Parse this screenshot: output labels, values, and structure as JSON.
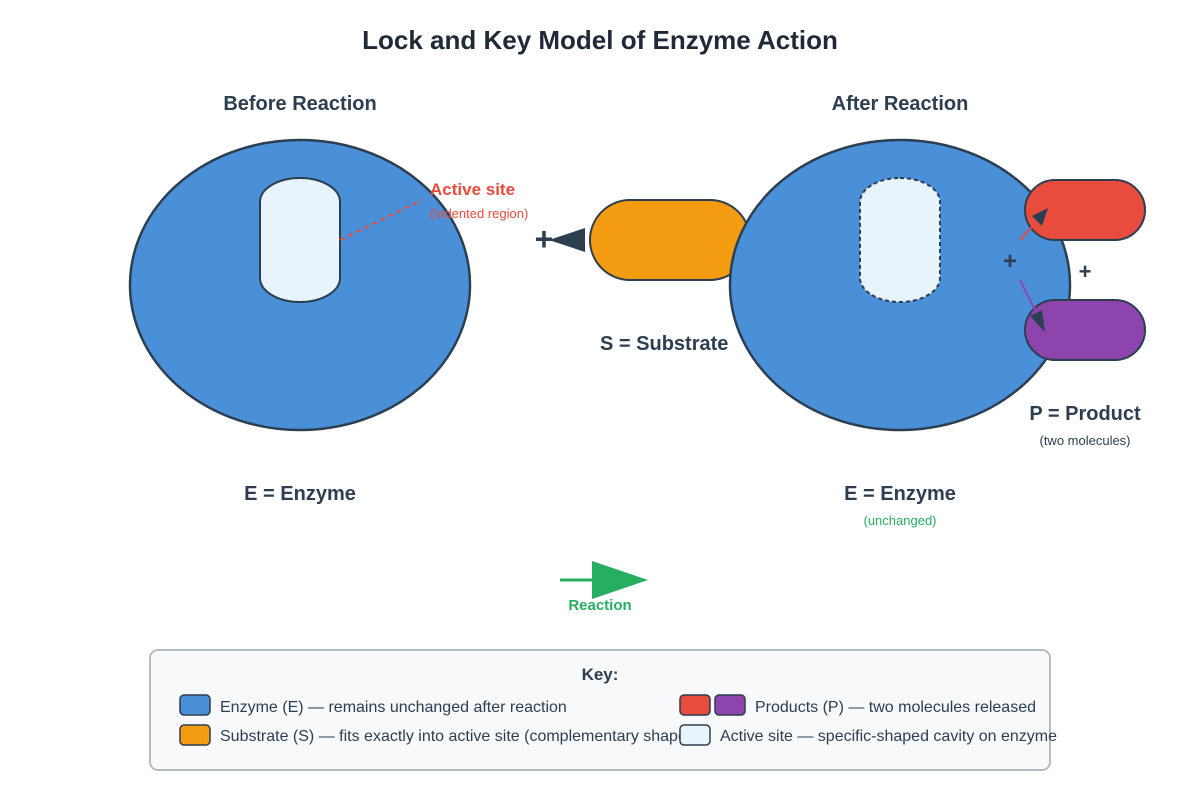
{
  "title": "Lock and Key Model of Enzyme Action",
  "before": {
    "heading": "Before Reaction",
    "enzyme_label": "E = Enzyme",
    "active_site_label": "Active site",
    "active_site_sub": "(indented region)"
  },
  "substrate": {
    "label": "S = Substrate",
    "plus": "+"
  },
  "after": {
    "heading": "After Reaction",
    "enzyme_label": "E = Enzyme",
    "enzyme_sub": "(unchanged)",
    "inner_plus": "+",
    "outer_plus": "+",
    "product_label": "P = Product",
    "product_sub": "(two molecules)"
  },
  "reaction": {
    "label": "Reaction"
  },
  "key": {
    "title": "Key:",
    "items": [
      {
        "text": "Enzyme (E) — remains unchanged after reaction"
      },
      {
        "text": "Products (P) — two molecules released"
      },
      {
        "text": "Substrate (S) — fits exactly into active site (complementary shape)"
      },
      {
        "text": "Active site — specific-shaped cavity on enzyme"
      }
    ]
  },
  "colors": {
    "enzyme": "#4a90d9",
    "outline": "#2c3e50",
    "active_site": "#e8f4fc",
    "substrate": "#f39c12",
    "product_red": "#e74c3c",
    "product_purple": "#8e44ad",
    "reaction": "#27ae60"
  }
}
